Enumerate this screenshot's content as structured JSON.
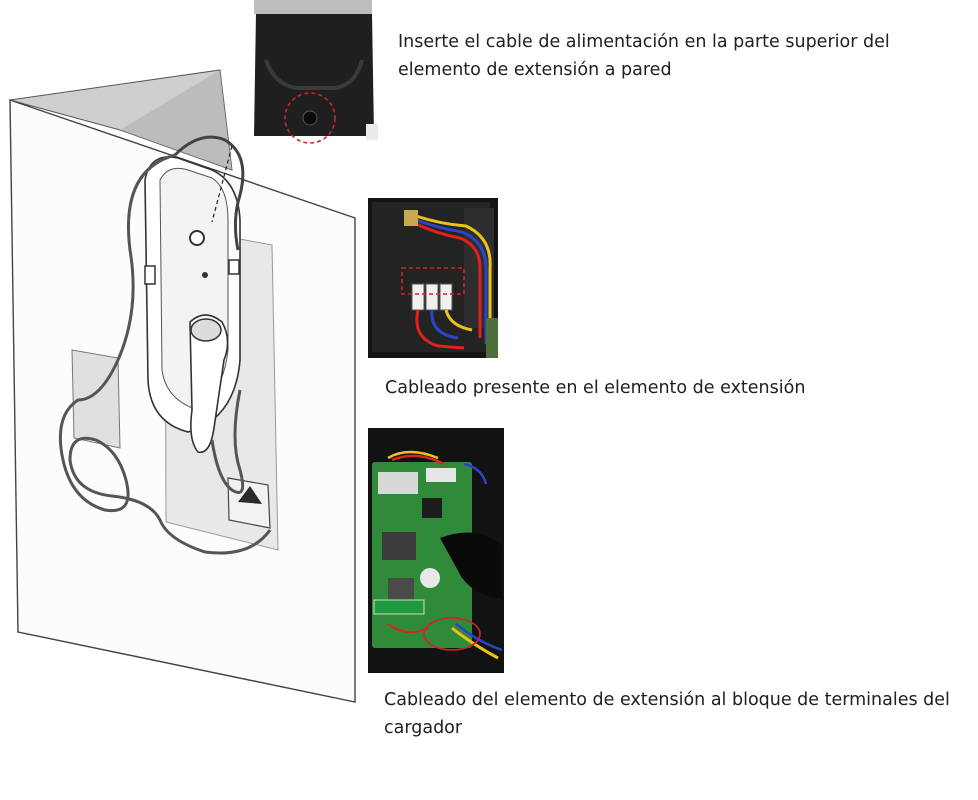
{
  "captions": {
    "top": "Inserte el cable de alimentación en la parte superior del elemento de extensión a pared",
    "middle": "Cableado presente en el elemento de extensión",
    "bottom": "Cableado del elemento de extensión al bloque de terminales del cargador"
  },
  "colors": {
    "highlight": "#d2232a",
    "wire_red": "#e0221c",
    "wire_blue": "#2d44c8",
    "wire_yellow": "#e8c31a",
    "pcb_green": "#2f8a3a",
    "enclosure": "#1c1c1c"
  },
  "icons": [
    "wall-extension-diagram",
    "plug-top-photo",
    "terminal-wiring-photo",
    "charger-board-photo"
  ]
}
